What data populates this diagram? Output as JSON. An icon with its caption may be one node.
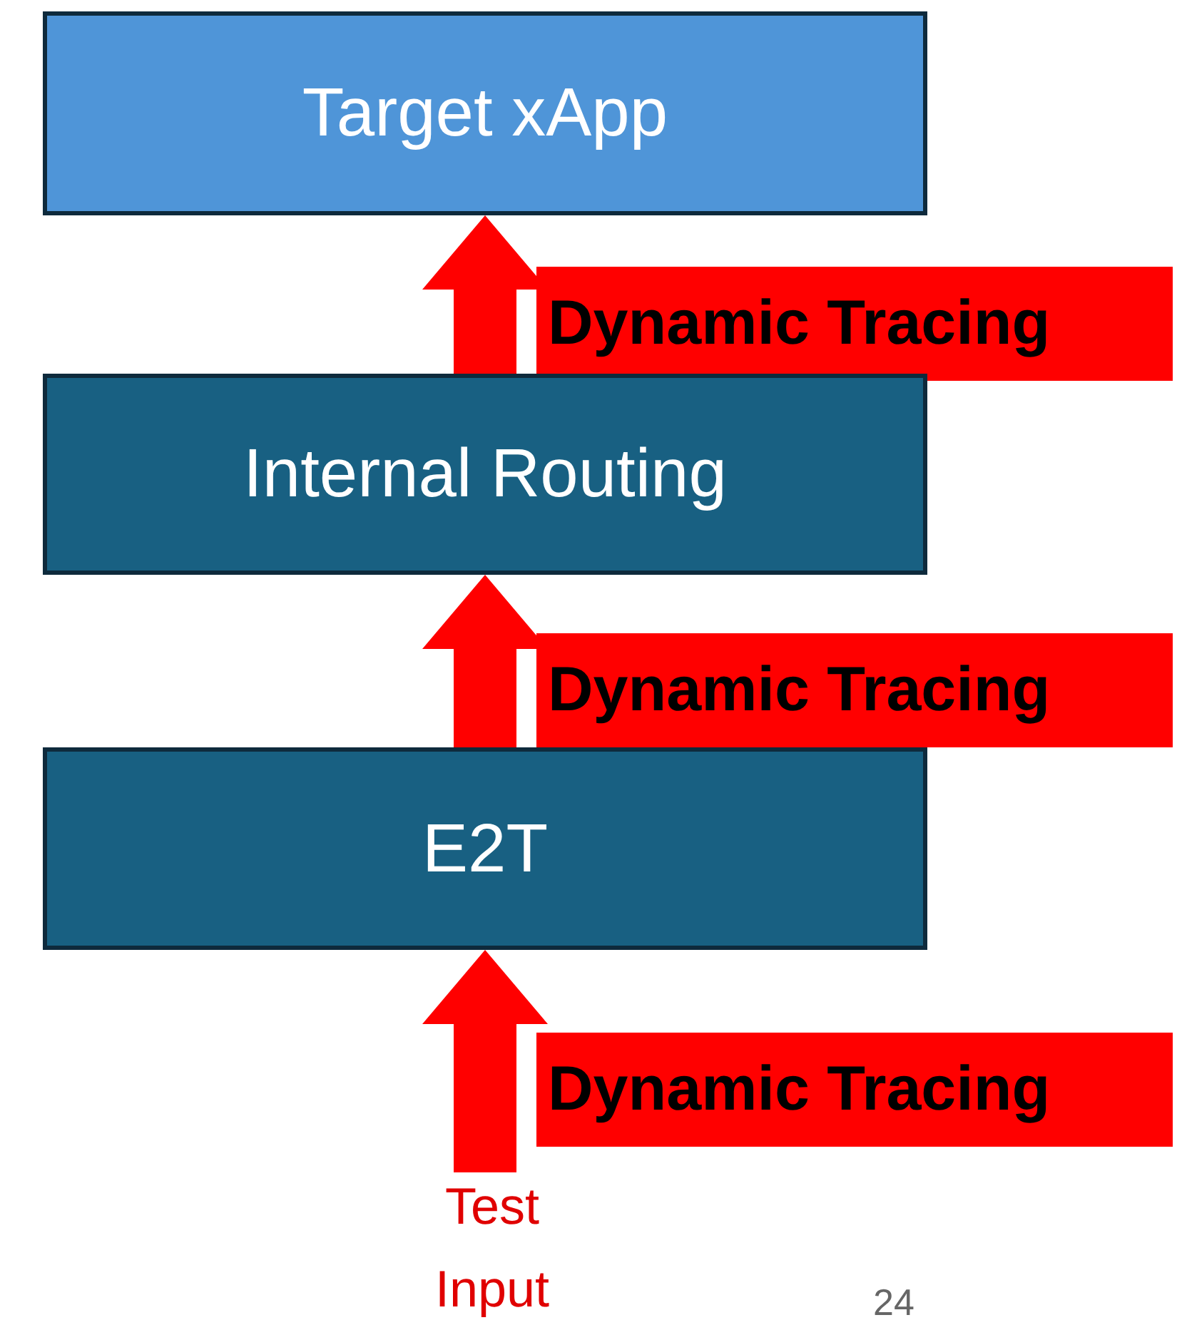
{
  "diagram": {
    "nodes": [
      {
        "text": [
          "Target xApp"
        ]
      },
      {
        "text": [
          "Internal Routing"
        ]
      },
      {
        "text": [
          "E2T"
        ]
      },
      {
        "text": [
          "Test Input"
        ]
      }
    ],
    "edges": [
      {
        "from": 1,
        "to": 0,
        "arrow": "to",
        "label": "Dynamic Tracing"
      },
      {
        "from": 2,
        "to": 1,
        "arrow": "to",
        "label": "Dynamic Tracing"
      },
      {
        "from": 3,
        "to": 2,
        "arrow": "to",
        "label": "Dynamic Tracing"
      }
    ],
    "labels": [
      "24"
    ]
  }
}
